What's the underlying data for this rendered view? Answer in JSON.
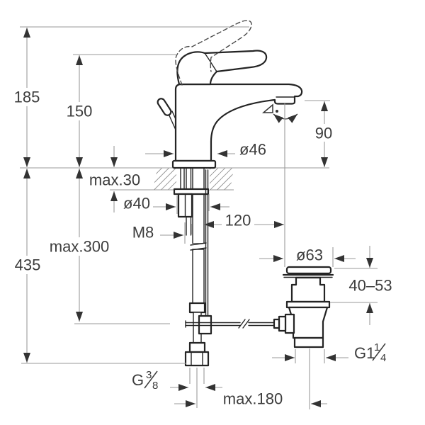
{
  "drawing": {
    "title": "basin-mixer-installation-dimensions",
    "background_color": "#ffffff",
    "object_line_color": "#242424",
    "dimension_line_color": "#9a9a9a",
    "text_color": "#3d3d3d",
    "dimensions": {
      "total_height": "185",
      "handle_height": "150",
      "spout_height": "90",
      "body_diameter": "ø46",
      "deck_thickness": "max.30",
      "washer_diameter": "ø40",
      "rod_offset": "120",
      "stud_thread": "M8",
      "rod_length": "max.300",
      "hose_drop": "435",
      "plug_diameter": "ø63",
      "waste_height_range": "40–53",
      "hose_span": "max.180",
      "waste_thread": {
        "base": "G1",
        "num": "1",
        "den": "4"
      },
      "supply_thread": {
        "base": "G",
        "num": "3",
        "den": "8"
      }
    }
  }
}
